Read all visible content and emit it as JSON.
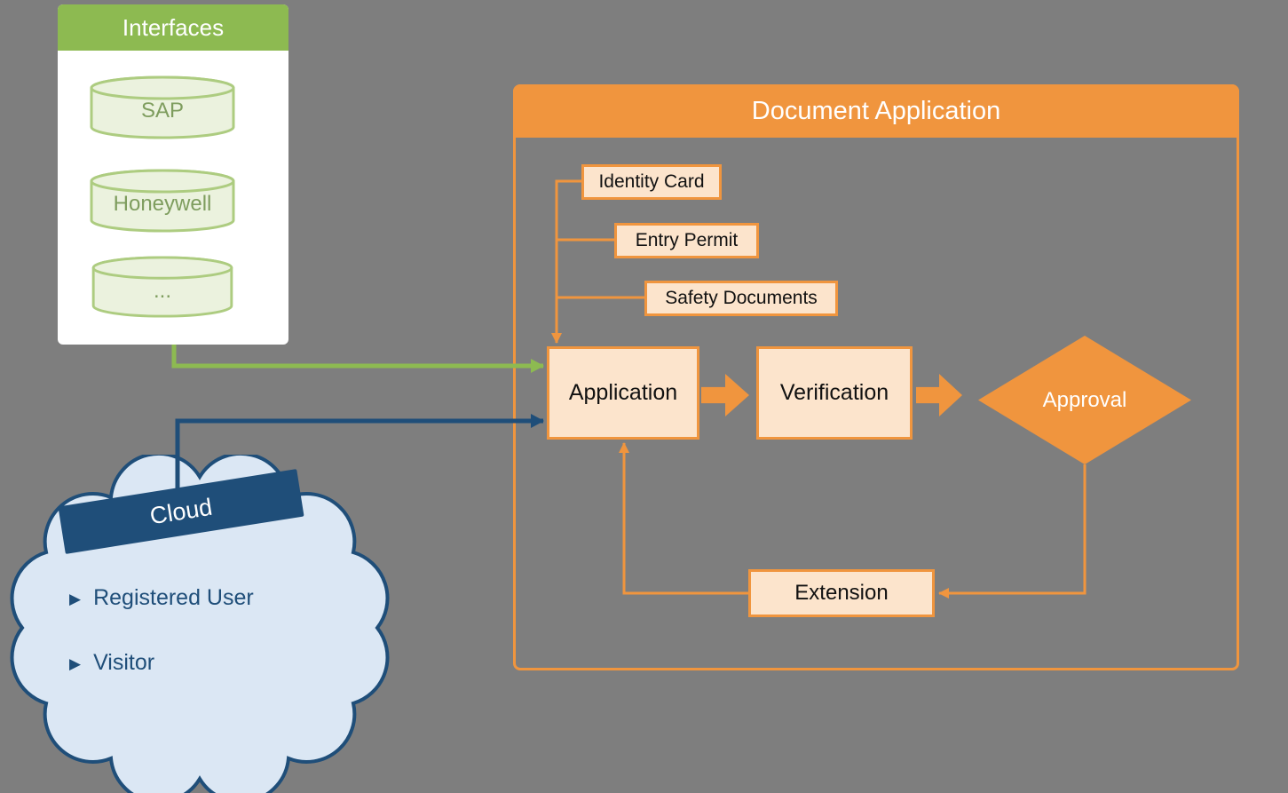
{
  "colors": {
    "background": "#7e7e7e",
    "green": "#8dba51",
    "green_fill": "#ebf2de",
    "green_border": "#adcc80",
    "green_text": "#7e9d5e",
    "orange": "#f0953e",
    "peach_fill": "#fce4cc",
    "dark_blue": "#1f4e79",
    "cloud_fill": "#dbe7f4",
    "panel_white": "#ffffff"
  },
  "interfaces": {
    "title": "Interfaces",
    "systems": [
      "SAP",
      "Honeywell",
      "..."
    ]
  },
  "document_application": {
    "title": "Document Application",
    "documents": [
      "Identity Card",
      "Entry Permit",
      "Safety Documents"
    ],
    "flow": {
      "application": "Application",
      "verification": "Verification",
      "approval": "Approval",
      "extension": "Extension"
    }
  },
  "cloud": {
    "title": "Cloud",
    "bullet": "▶",
    "users": [
      "Registered User",
      "Visitor"
    ]
  }
}
